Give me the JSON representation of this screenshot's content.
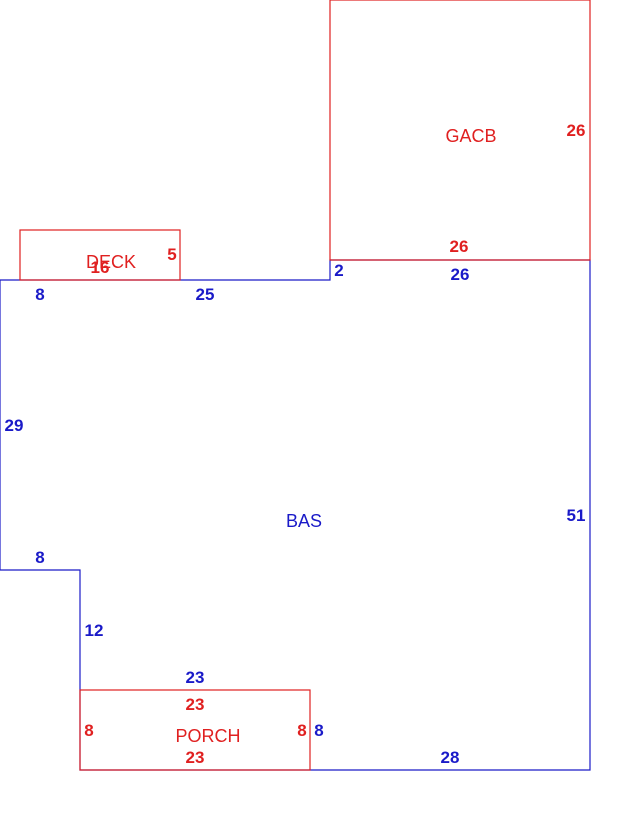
{
  "colors": {
    "base_area": "#1a1ac8",
    "attached_area": "#e02020",
    "background": "#ffffff"
  },
  "areas": {
    "bas": {
      "label": "BAS",
      "dimensions": [
        "8",
        "25",
        "2",
        "26",
        "29",
        "51",
        "8",
        "12",
        "23",
        "8",
        "28"
      ]
    },
    "gacb": {
      "label": "GACB",
      "dimensions": [
        "26",
        "26"
      ]
    },
    "deck": {
      "label": "DECK",
      "dimensions": [
        "5",
        "16"
      ]
    },
    "porch": {
      "label": "PORCH",
      "dimensions": [
        "23",
        "23",
        "8",
        "8"
      ]
    }
  }
}
